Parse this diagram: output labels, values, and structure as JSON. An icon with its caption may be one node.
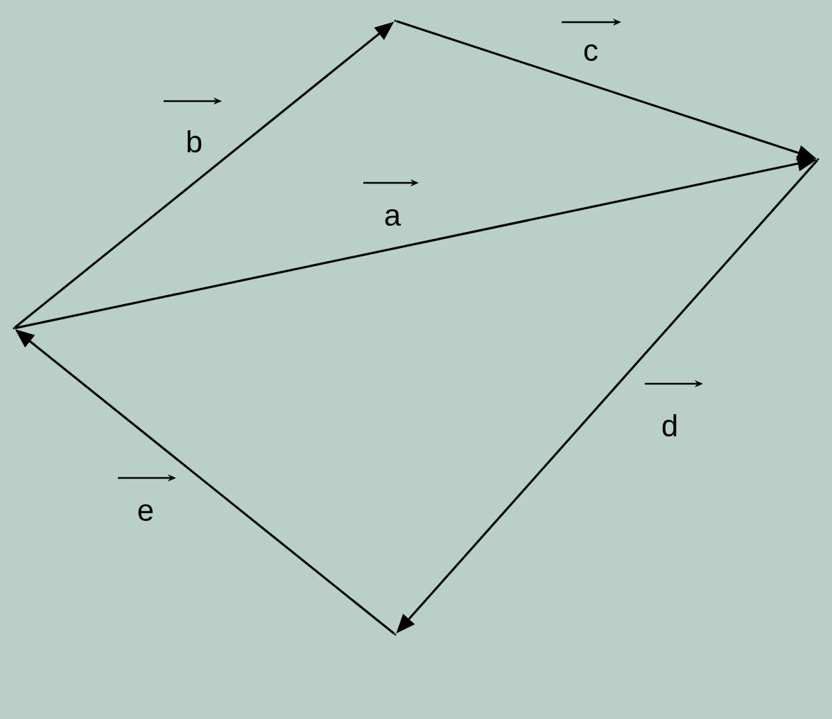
{
  "diagram": {
    "nodes": [
      {
        "text": [],
        "shape": "point"
      },
      {
        "text": [],
        "shape": "point"
      },
      {
        "text": [],
        "shape": "point"
      },
      {
        "text": [],
        "shape": "point"
      }
    ],
    "edges": [
      {
        "from": 0,
        "to": 2,
        "arrow": "to",
        "label": "a"
      },
      {
        "from": 0,
        "to": 1,
        "arrow": "to",
        "label": "b"
      },
      {
        "from": 1,
        "to": 2,
        "arrow": "to",
        "label": "c"
      },
      {
        "from": 2,
        "to": 3,
        "arrow": "to",
        "label": "d"
      },
      {
        "from": 3,
        "to": 0,
        "arrow": "to",
        "label": "e"
      }
    ]
  }
}
